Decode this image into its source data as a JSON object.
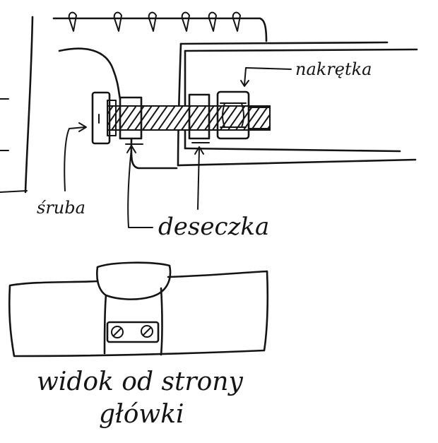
{
  "labels": {
    "nut": "nakrętka",
    "screw": "śruba",
    "board": "deseczka",
    "view_line1": "widok od strony",
    "view_line2": "główki"
  },
  "colors": {
    "ink": "#141414",
    "paper": "#ffffff"
  }
}
